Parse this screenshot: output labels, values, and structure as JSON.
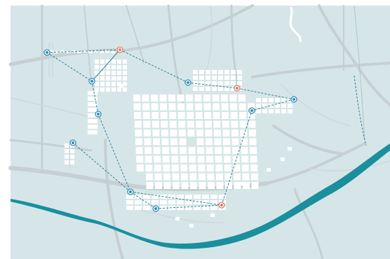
{
  "colors": {
    "background": "#ffffff",
    "land": "#d6e6e8",
    "road": "#c6cfd2",
    "road_minor": "#d0d8da",
    "block": "#ffffff",
    "river": "#1a8f9e",
    "route": "#2f7f96",
    "marker_blue": "#2f8fb0",
    "marker_red": "#e07b62"
  },
  "route_markers": [
    {
      "type": "blue"
    },
    {
      "type": "red"
    },
    {
      "type": "blue"
    },
    {
      "type": "blue"
    },
    {
      "type": "red"
    },
    {
      "type": "blue"
    },
    {
      "type": "blue"
    },
    {
      "type": "blue"
    },
    {
      "type": "blue"
    },
    {
      "type": "blue"
    },
    {
      "type": "red"
    }
  ]
}
